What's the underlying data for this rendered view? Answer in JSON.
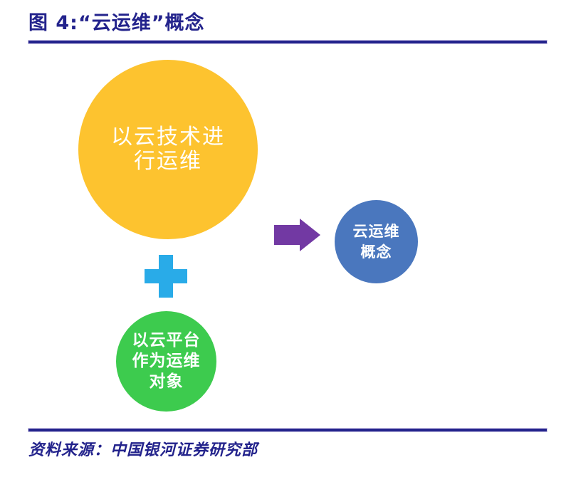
{
  "colors": {
    "navy": "#23238C",
    "yellow": "#FDC32F",
    "green": "#3DCB4E",
    "cyan": "#29ABE8",
    "purple": "#7239A3",
    "blue": "#4A77BE",
    "white": "#FFFFFF"
  },
  "header": {
    "title": "图 4:“云运维”概念"
  },
  "diagram": {
    "tech_circle": {
      "lines": [
        "以云技术进",
        "行运维"
      ]
    },
    "platform_circle": {
      "lines": [
        "以云平台",
        "作为运维",
        "对象"
      ]
    },
    "concept_circle": {
      "lines": [
        "云运维",
        "概念"
      ]
    }
  },
  "footer": {
    "source": "资料来源：中国银河证券研究部"
  }
}
